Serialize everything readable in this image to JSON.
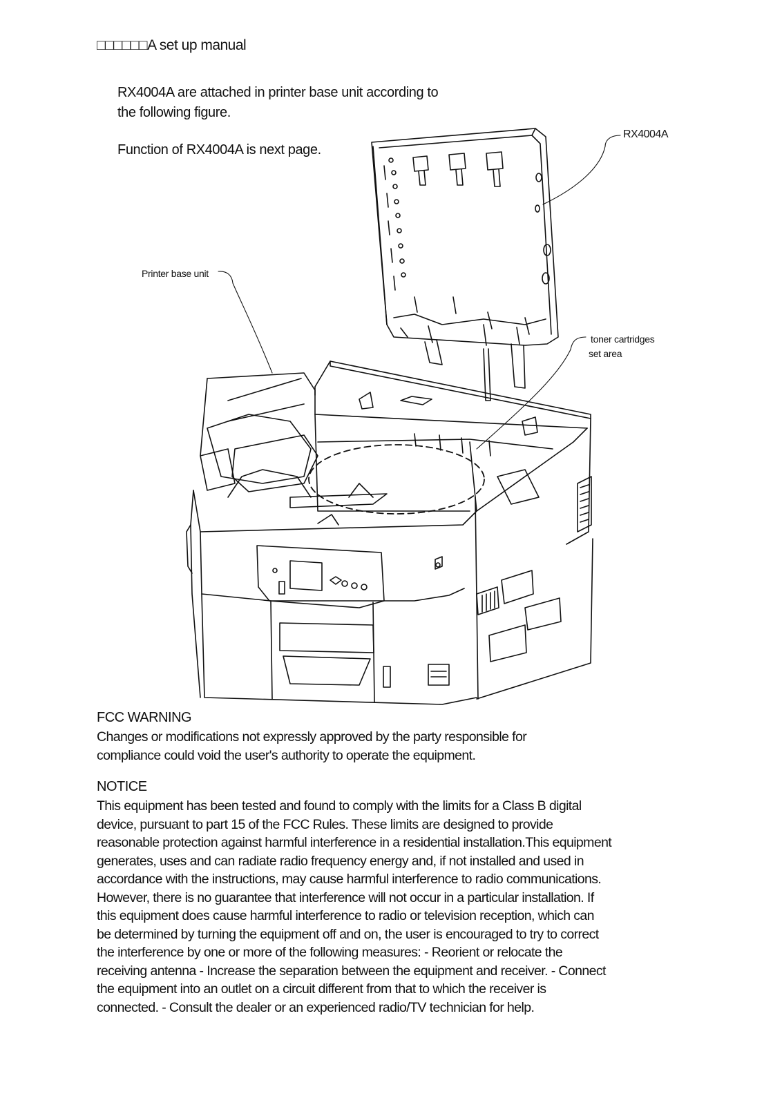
{
  "header": {
    "title": "□□□□□□A  set up manual"
  },
  "intro": {
    "line1": "RX4004A  are attached in printer base unit  according to",
    "line2": "the following figure.",
    "line3": "Function of RX4004A is next page."
  },
  "figure": {
    "labels": {
      "module": "RX4004A",
      "printer_base": "Printer base unit",
      "toner_line1": "toner cartridges",
      "toner_line2": "set  area"
    }
  },
  "fcc": {
    "title": "FCC WARNING",
    "lines": [
      "Changes or modifications not expressly approved by the party responsible for",
      "compliance could void the user's authority to operate the equipment."
    ]
  },
  "notice": {
    "title": "NOTICE",
    "lines": [
      "This equipment has been tested and found to comply with the limits for a Class B digital",
      "device, pursuant to part 15 of the FCC Rules. These limits are designed to provide",
      "reasonable protection against harmful interference in a residential installation.This equipment",
      "generates, uses and can radiate radio frequency energy and, if not installed and used in",
      "accordance with the instructions, may cause harmful interference to radio communications.",
      "However, there is no guarantee that interference will not occur in a particular installation. If",
      "this equipment does cause harmful interference to radio or television reception, which can",
      "be determined by turning the equipment off and on, the user is encouraged to try to correct",
      "the interference by one or more of the following measures:  - Reorient or relocate the",
      "receiving antenna - Increase the separation between the equipment and receiver. - Connect",
      "the equipment into an outlet on a circuit different from that to which the receiver is",
      "connected. - Consult the dealer or an experienced radio/TV technician for help."
    ]
  }
}
